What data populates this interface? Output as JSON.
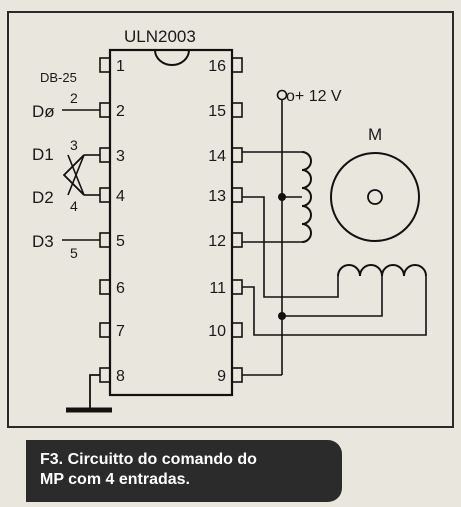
{
  "chip": {
    "name": "ULN2003"
  },
  "connector": {
    "name": "DB-25"
  },
  "supply": {
    "label": "o+ 12 V"
  },
  "motor": {
    "label": "M"
  },
  "left_pins": [
    {
      "num": "1"
    },
    {
      "num": "2"
    },
    {
      "num": "3"
    },
    {
      "num": "4"
    },
    {
      "num": "5"
    },
    {
      "num": "6"
    },
    {
      "num": "7"
    },
    {
      "num": "8"
    }
  ],
  "right_pins": [
    {
      "num": "16"
    },
    {
      "num": "15"
    },
    {
      "num": "14"
    },
    {
      "num": "13"
    },
    {
      "num": "12"
    },
    {
      "num": "11"
    },
    {
      "num": "10"
    },
    {
      "num": "9"
    }
  ],
  "inputs": [
    {
      "label": "Dø",
      "wire": "2"
    },
    {
      "label": "D1",
      "wire": "3"
    },
    {
      "label": "D2",
      "wire": "4"
    },
    {
      "label": "D3",
      "wire": "5"
    }
  ],
  "caption": {
    "line1": "F3. Circuitto do comando do",
    "line2": "MP com 4 entradas."
  }
}
